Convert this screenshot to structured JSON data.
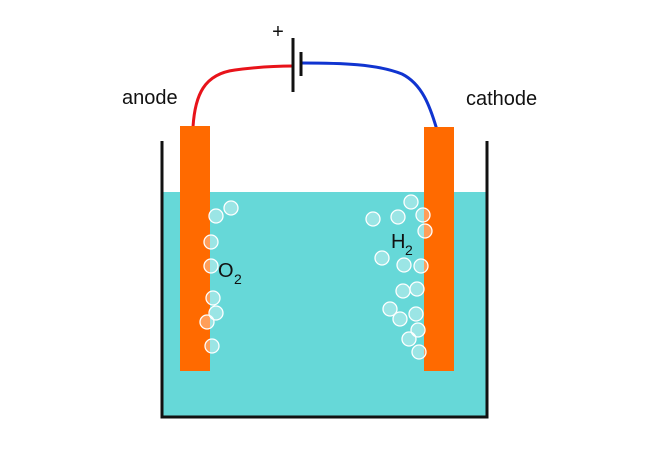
{
  "labels": {
    "anode": "anode",
    "cathode": "cathode",
    "plus": "+",
    "oxygen": "O",
    "oxygen_sub": "2",
    "hydrogen": "H",
    "hydrogen_sub": "2"
  },
  "colors": {
    "electrode": "#ff6a00",
    "electrolyte": "#66d8d8",
    "container": "#111111",
    "anode_wire": "#e8131a",
    "cathode_wire": "#1034d0",
    "bubble": "#ffffff"
  }
}
